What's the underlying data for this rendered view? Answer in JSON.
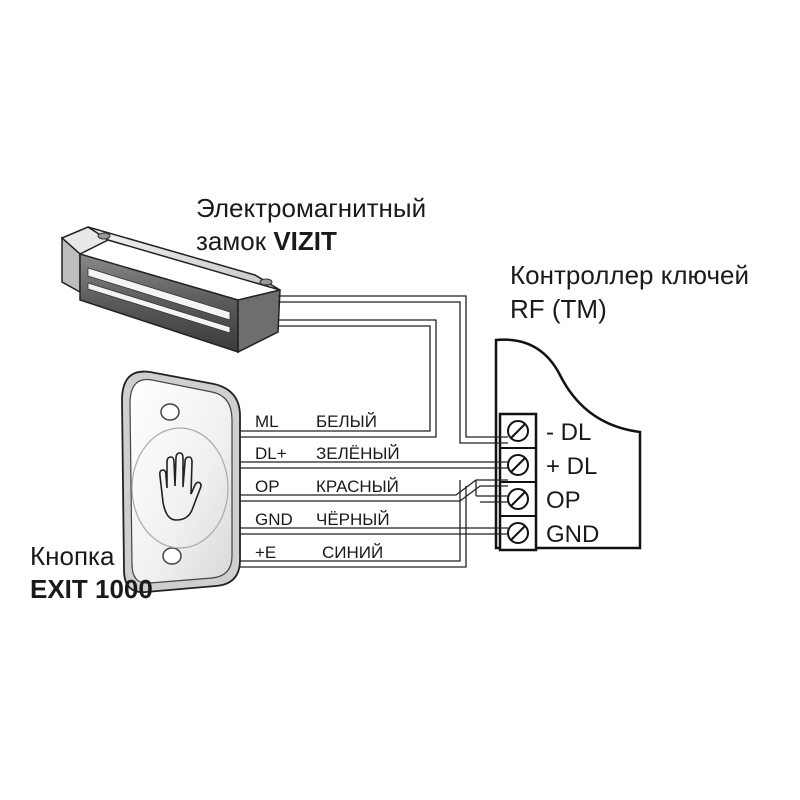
{
  "lock": {
    "title_line1": "Электромагнитный",
    "title_line2": "замок ",
    "title_bold": "VIZIT"
  },
  "controller": {
    "title_line1": "Контроллер ключей",
    "title_line2": "RF (TM)"
  },
  "button": {
    "title_line1": "Кнопка",
    "title_bold": "EXIT 1000"
  },
  "wires": [
    {
      "code": "ML",
      "color": "БЕЛЫЙ"
    },
    {
      "code": "DL+",
      "color": "ЗЕЛЁНЫЙ"
    },
    {
      "code": "OP",
      "color": "КРАСНЫЙ"
    },
    {
      "code": "GND",
      "color": "ЧЁРНЫЙ"
    },
    {
      "code": "+E",
      "color": "СИНИЙ"
    }
  ],
  "terminals": [
    {
      "label": "- DL"
    },
    {
      "label": "+ DL"
    },
    {
      "label": "OP"
    },
    {
      "label": "GND"
    }
  ]
}
